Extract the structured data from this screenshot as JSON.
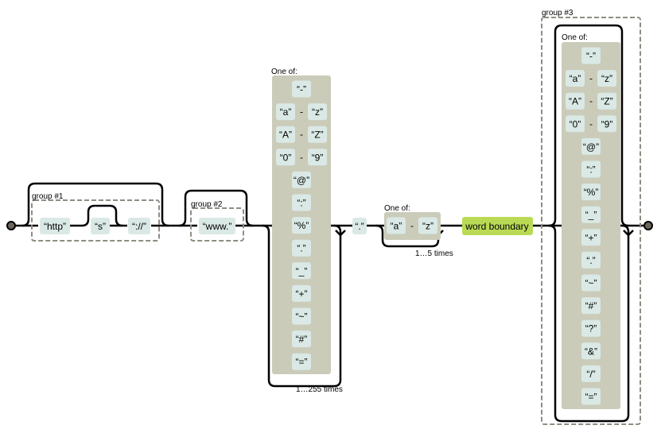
{
  "diagram": {
    "type": "regex-railroad",
    "groups": [
      {
        "label": "group #1",
        "items": [
          "http",
          "s",
          "://"
        ]
      },
      {
        "label": "group #2",
        "items": [
          "www."
        ]
      },
      {
        "label": "group #3"
      }
    ],
    "one_of_label": "One of:",
    "range_sep": "-",
    "set1": {
      "items": [
        "-",
        [
          "a",
          "z"
        ],
        [
          "A",
          "Z"
        ],
        [
          "0",
          "9"
        ],
        "@",
        ":",
        "%",
        ".",
        "_",
        "+",
        "~",
        "#",
        "="
      ],
      "repeat": "1…255 times"
    },
    "dot_literal": ".",
    "set2": {
      "items": [
        [
          "a",
          "z"
        ]
      ],
      "repeat": "1…5 times"
    },
    "word_boundary": "word boundary",
    "set3": {
      "items": [
        "-",
        [
          "a",
          "z"
        ],
        [
          "A",
          "Z"
        ],
        [
          "0",
          "9"
        ],
        "@",
        ":",
        "%",
        "_",
        "+",
        ".",
        "~",
        "#",
        "?",
        "&",
        "/",
        "="
      ]
    },
    "colors": {
      "literal": "#dae9e5",
      "charset": "#cbcbba",
      "anchor": "#bada55",
      "group_border": "#908c83"
    }
  }
}
